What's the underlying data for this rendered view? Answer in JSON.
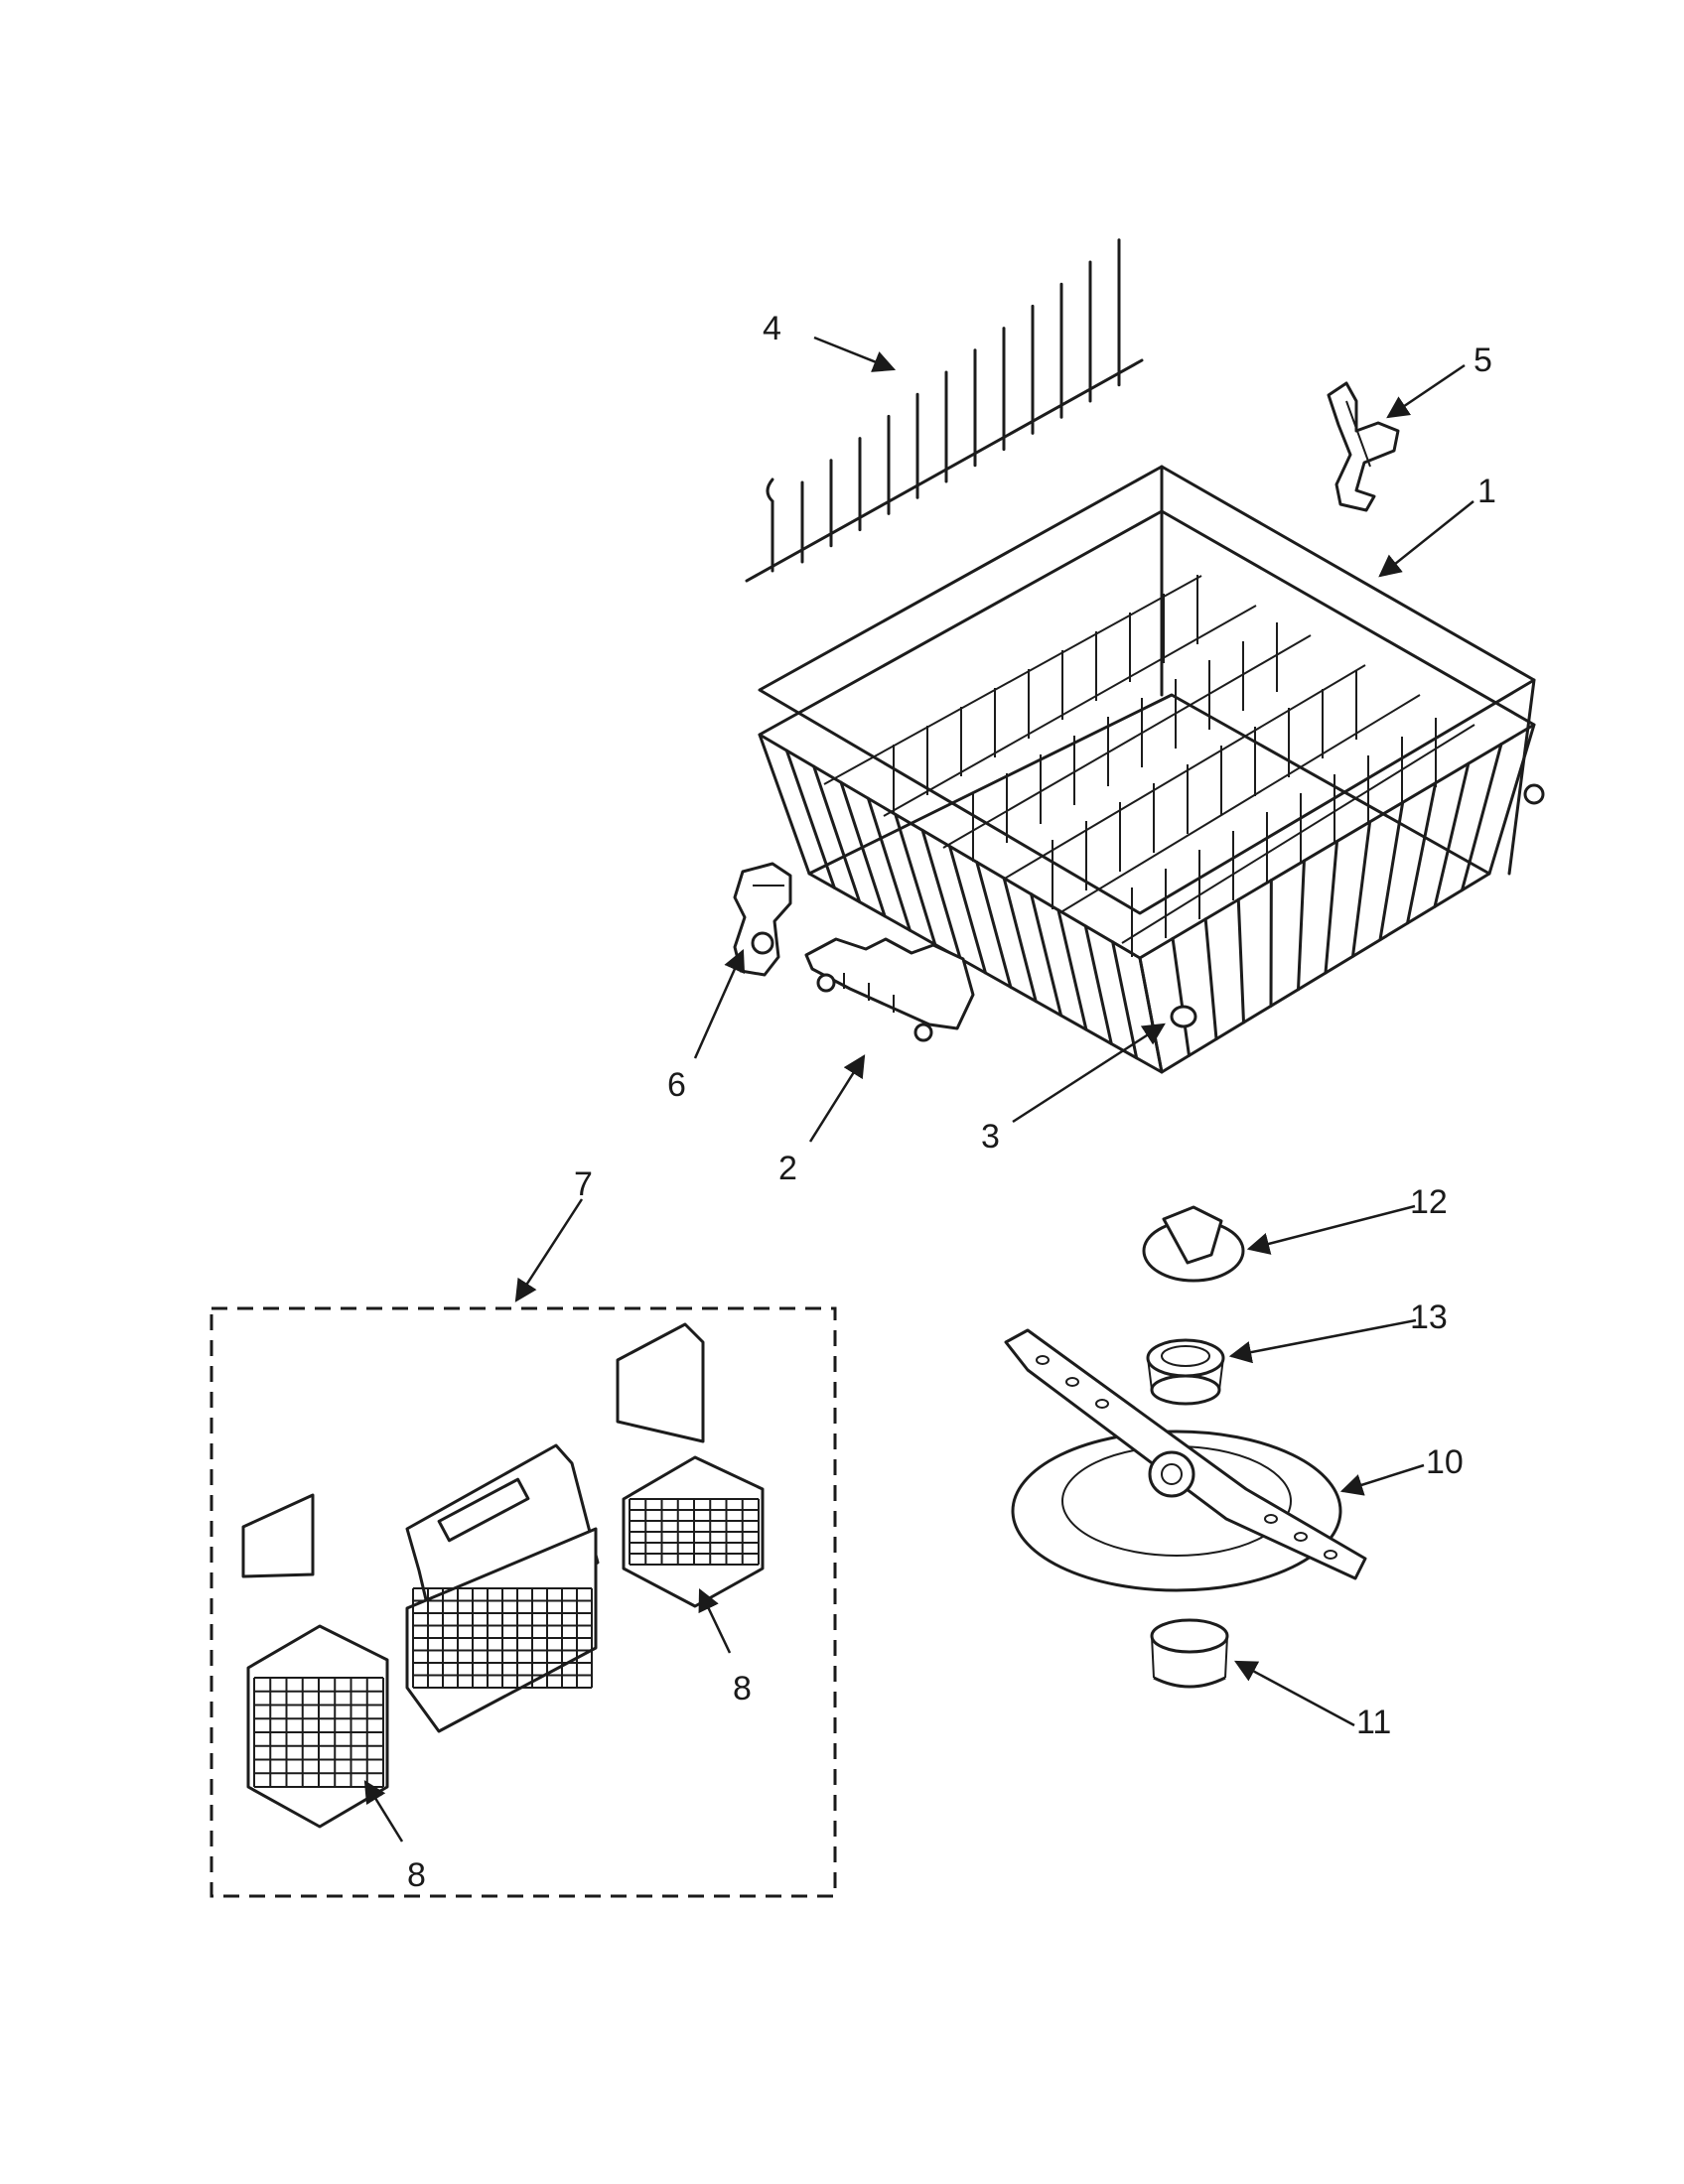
{
  "diagram": {
    "callouts": [
      {
        "id": "c1",
        "text": "1"
      },
      {
        "id": "c2",
        "text": "2"
      },
      {
        "id": "c3",
        "text": "3"
      },
      {
        "id": "c4",
        "text": "4"
      },
      {
        "id": "c5",
        "text": "5"
      },
      {
        "id": "c6",
        "text": "6"
      },
      {
        "id": "c7",
        "text": "7"
      },
      {
        "id": "c8a",
        "text": "8"
      },
      {
        "id": "c8b",
        "text": "8"
      },
      {
        "id": "c10",
        "text": "10"
      },
      {
        "id": "c11",
        "text": "11"
      },
      {
        "id": "c12",
        "text": "12"
      },
      {
        "id": "c13",
        "text": "13"
      }
    ],
    "colors": {
      "ink": "#1c1c1c",
      "paper": "#ffffff"
    }
  }
}
